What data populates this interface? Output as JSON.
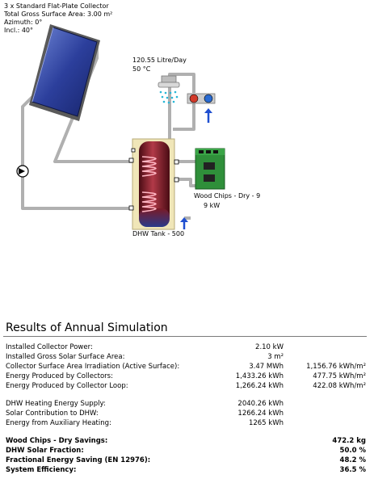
{
  "diagram": {
    "collector_line1": "3 x Standard Flat-Plate Collector",
    "collector_line2": "Total Gross Surface Area: 3.00 m²",
    "collector_line3": "Azimuth: 0°",
    "collector_line4": "Incl.: 40°",
    "dhw_flow": "120.55 Litre/Day",
    "dhw_temp": "50 °C",
    "boiler_line1": "Wood Chips - Dry - 9",
    "boiler_line2": "9 kW",
    "tank_label": "DHW Tank - 500"
  },
  "results": {
    "title": "Results of Annual Simulation",
    "rows": [
      {
        "label": "Installed Collector Power:",
        "v1": "2.10 kW",
        "v2": ""
      },
      {
        "label": "Installed Gross Solar Surface Area:",
        "v1": "3 m²",
        "v2": ""
      },
      {
        "label": "Collector Surface Area Irradiation (Active Surface):",
        "v1": "3.47 MWh",
        "v2": "1,156.76 kWh/m²"
      },
      {
        "label": "Energy Produced by Collectors:",
        "v1": "1,433.26 kWh",
        "v2": "477.75 kWh/m²"
      },
      {
        "label": "Energy Produced by Collector Loop:",
        "v1": "1,266.24 kWh",
        "v2": "422.08 kWh/m²"
      },
      {
        "label": "DHW Heating Energy Supply:",
        "v1": "2040.26 kWh",
        "v2": ""
      },
      {
        "label": "Solar Contribution to DHW:",
        "v1": "1266.24 kWh",
        "v2": ""
      },
      {
        "label": "Energy from Auxiliary Heating:",
        "v1": "1265 kWh",
        "v2": ""
      }
    ],
    "summary": [
      {
        "label": "Wood Chips - Dry Savings:",
        "value": "472.2 kg"
      },
      {
        "label": "DHW Solar Fraction:",
        "value": "50.0 %"
      },
      {
        "label": "Fractional Energy Saving (EN 12976):",
        "value": "48.2 %"
      },
      {
        "label": "System Efficiency:",
        "value": "36.5 %"
      }
    ]
  },
  "colors": {
    "pipe": "#b8b8b8",
    "collector": "#2a3f9a",
    "tank": "#8a1f2a",
    "boiler": "#2f8f3a",
    "rule": "#7a7a7a"
  }
}
